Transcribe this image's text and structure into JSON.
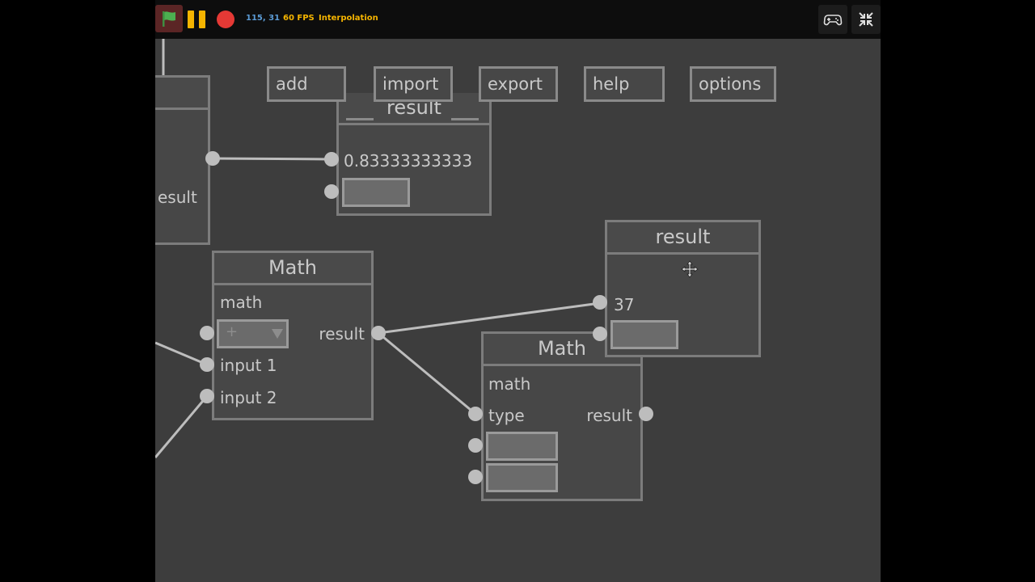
{
  "toolbar": {
    "coords": "115, 31",
    "fps": "60 FPS",
    "mode": "Interpolation"
  },
  "menu": {
    "add": "add",
    "import": "import",
    "export": "export",
    "help": "help",
    "options": "options"
  },
  "nodes": {
    "left_partial": {
      "label": "esult"
    },
    "top_result": {
      "title": "result",
      "value": "0.83333333333"
    },
    "math1": {
      "title": "Math",
      "subtitle": "math",
      "operator": "+",
      "output": "result",
      "input1": "input 1",
      "input2": "input 2"
    },
    "math2": {
      "title": "Math",
      "subtitle": "math",
      "input": "type",
      "output": "result"
    },
    "result2": {
      "title": "result",
      "value": "37"
    }
  },
  "colors": {
    "stage": "#3d3d3d",
    "node_border": "#7c7c7c",
    "port": "#bdbdbd",
    "flag_green": "#4caf50",
    "pause_yellow": "#f5b400",
    "stop_red": "#e53935",
    "coords_blue": "#5b9bd5"
  }
}
